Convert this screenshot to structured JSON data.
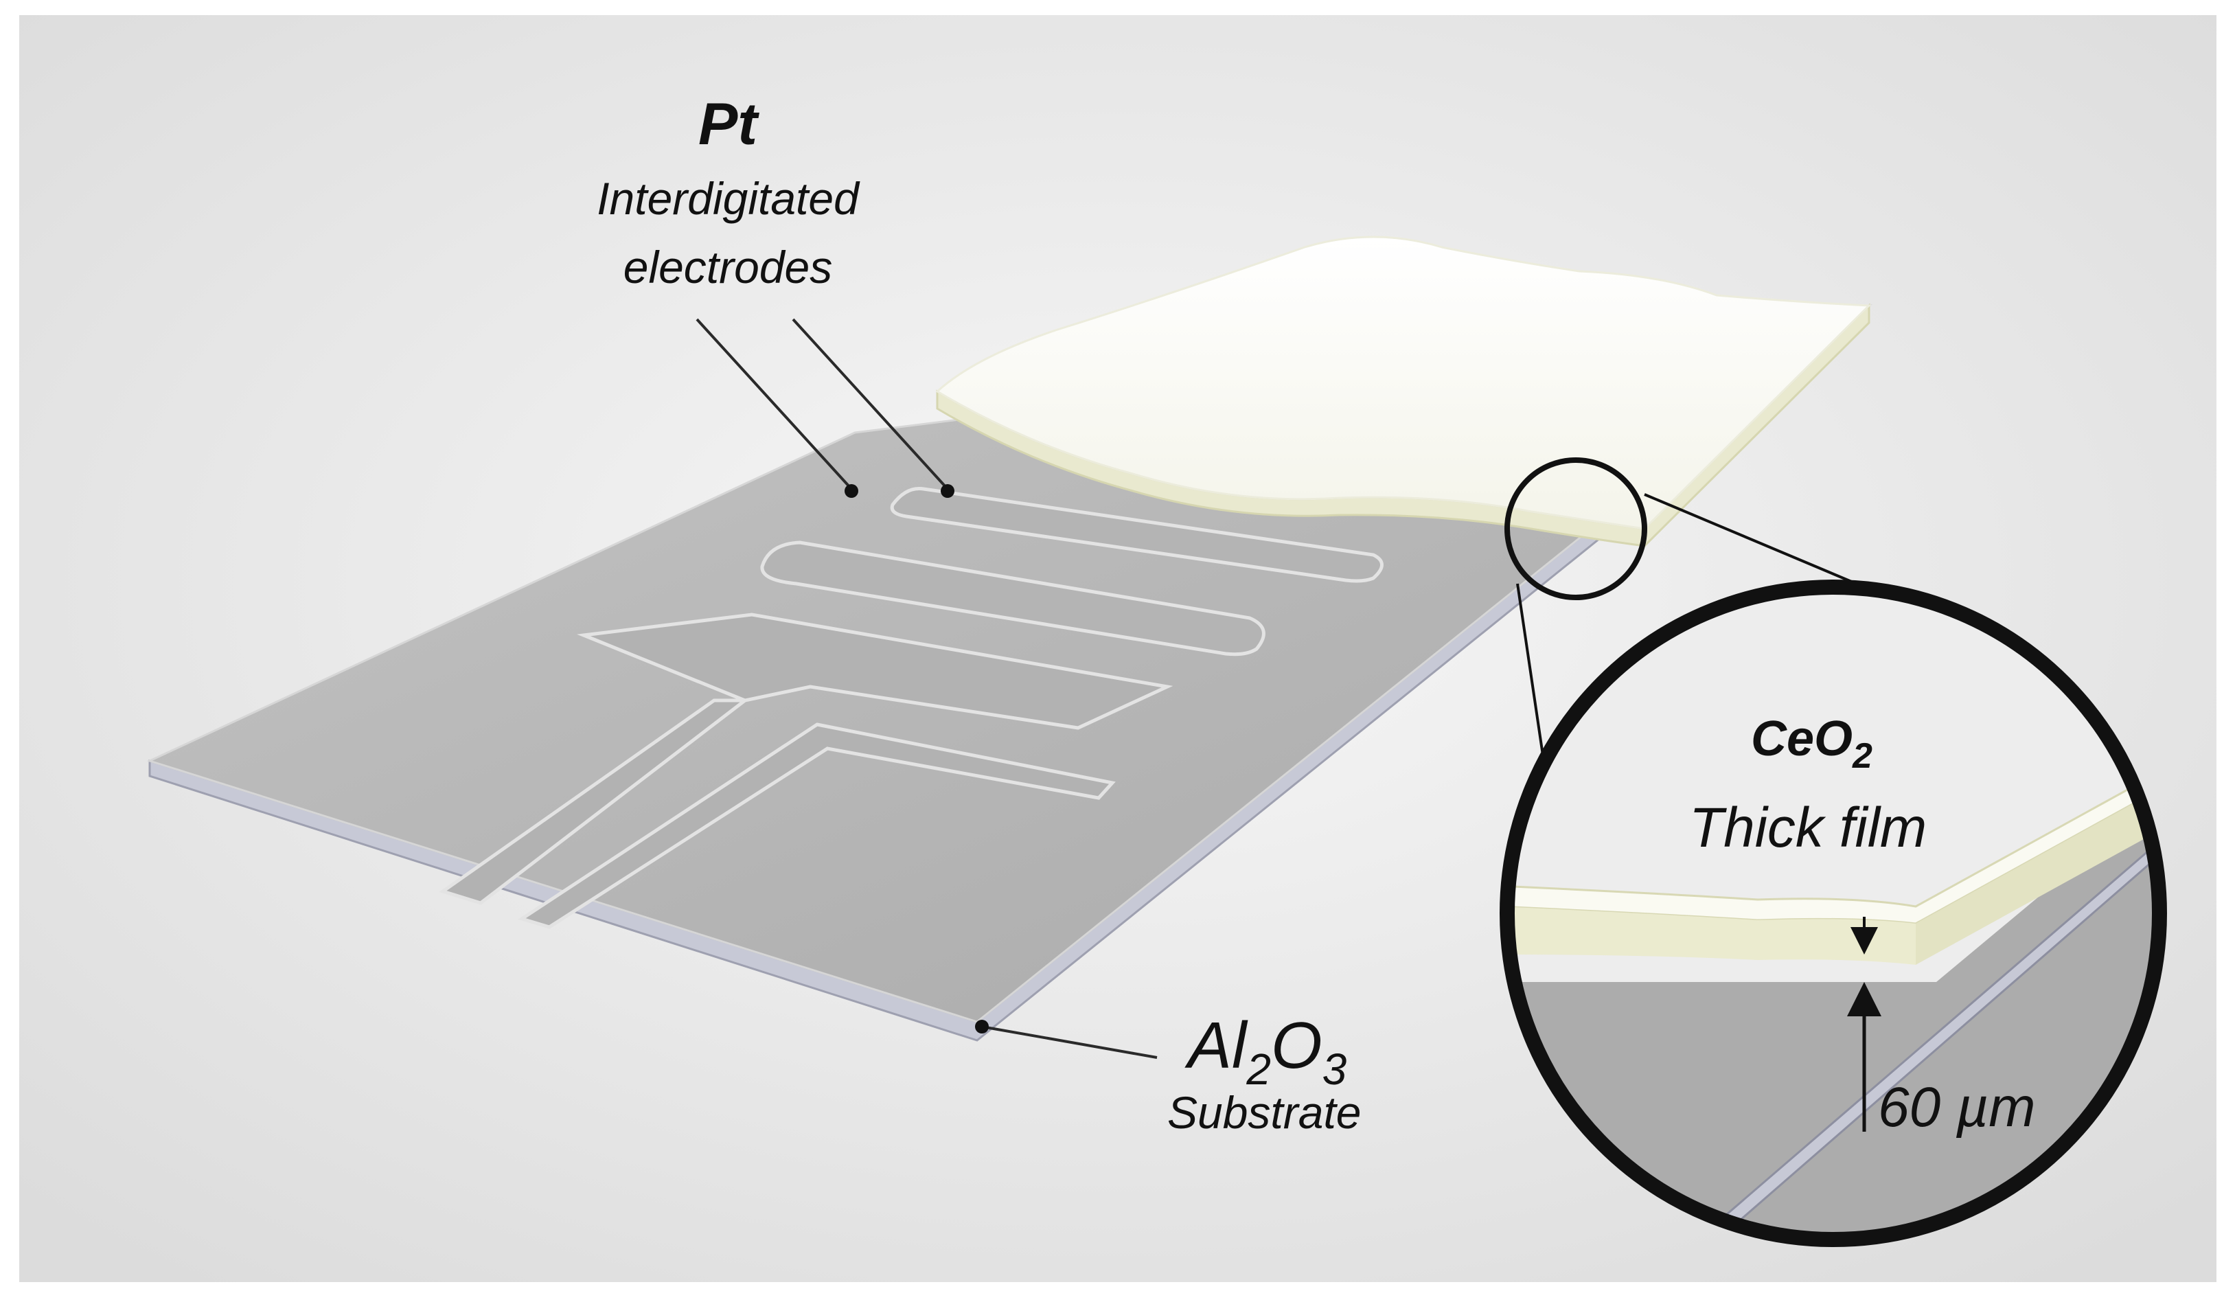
{
  "labels": {
    "pt_symbol": "Pt",
    "pt_line1": "Interdigitated",
    "pt_line2": "electrodes",
    "al_prefix": "Al",
    "al_sub1": "2",
    "al_mid": "O",
    "al_sub2": "3",
    "substrate": "Substrate",
    "ceo_prefix": "CeO",
    "ceo_sub": "2",
    "thick_film": "Thick film",
    "thickness": "60 µm"
  },
  "colors": {
    "background": "#e6e6e6",
    "substrate_top": "#b3b3b3",
    "substrate_edge": "#c7c9d6",
    "electrode": "#b0b0b0",
    "electrode_outline": "#e2e2e2",
    "ceo2_film": "#fbfbf4",
    "ceo2_edge": "#e8e8c8",
    "leader_line": "#2a2a2a",
    "magnifier_ring": "#111111"
  },
  "icons": {
    "magnifier": "circle-callout-icon",
    "thickness_arrows": "arrow-up-icon"
  }
}
